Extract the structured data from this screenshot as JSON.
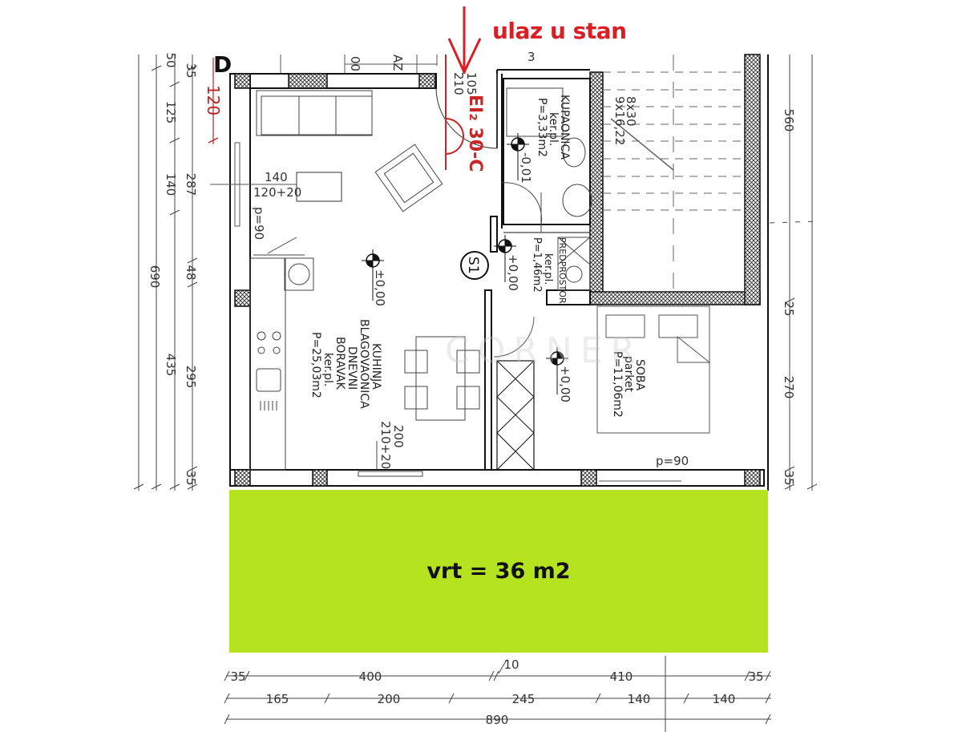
{
  "annotations": {
    "entrance_label": "ulaz u stan",
    "fire_door_label": "EI₂ 30-C",
    "door_dims": [
      "105",
      "210"
    ],
    "top_marker": "D",
    "top_small_labels": [
      "00",
      "AZ",
      "3"
    ],
    "left_red_dim": "120"
  },
  "garden": {
    "label": "vrt = 36 m2",
    "color": "#b5e31f"
  },
  "rooms": [
    {
      "name_lines": [
        "KUHINJA",
        "BLAGOVAONICA",
        "DNEVNI",
        "BORAVAK",
        "ker.pl.",
        "P=25,03m2"
      ]
    },
    {
      "name_lines": [
        "KUPAONICA",
        "ker.pl.",
        "P=3,33m2"
      ]
    },
    {
      "name_lines": [
        "PREDPROSTOR",
        "ker.pl.",
        "P=1,46m2"
      ]
    },
    {
      "name_lines": [
        "SOBA",
        "parket",
        "P=11,06m2"
      ]
    }
  ],
  "levels": [
    "±0,00",
    "-0,01",
    "+0,00",
    "+0,00"
  ],
  "section_marker": "S1",
  "stairs": {
    "line1": "8x30",
    "line2": "9x16,22"
  },
  "window_labels": {
    "w1_top": "140",
    "w1_bottom": "120+20",
    "parapet_left": "p=90",
    "door_bottom_top": "200",
    "door_bottom_bottom": "210+20",
    "parapet_right": "p=90"
  },
  "dimensions": {
    "left_outer": [
      "690"
    ],
    "left_mid": [
      "50",
      "125",
      "140",
      "435"
    ],
    "left_inner": [
      "35",
      "287",
      "48",
      "295",
      "35"
    ],
    "right_inner": [
      "560",
      "25",
      "270",
      "35"
    ],
    "bottom_row1": [
      "35",
      "400",
      "10",
      "410",
      "35"
    ],
    "bottom_row2": [
      "165",
      "200",
      "245",
      "140",
      "140"
    ],
    "bottom_total": [
      "890"
    ]
  },
  "watermark": "CORNER"
}
